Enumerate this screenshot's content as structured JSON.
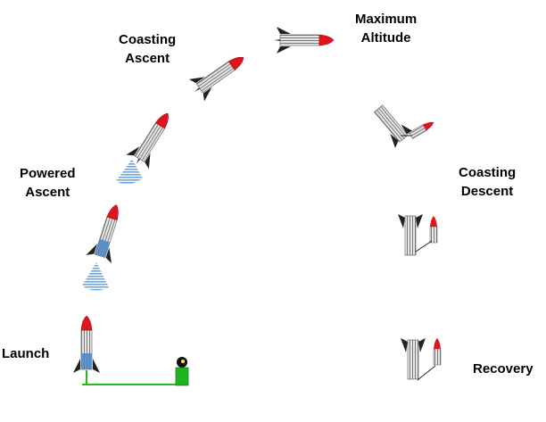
{
  "labels": {
    "launch": "Launch",
    "powered_ascent": [
      "Powered",
      "Ascent"
    ],
    "coasting_ascent": [
      "Coasting",
      "Ascent"
    ],
    "max_altitude": [
      "Maximum",
      "Altitude"
    ],
    "coasting_descent": [
      "Coasting",
      "Descent"
    ],
    "recovery": "Recovery"
  },
  "icons": {
    "rocket": "rocket-icon",
    "exhaust": "exhaust-flame-icon",
    "launch_pad": "launch-pad-icon",
    "ignition_box": "ignition-controller-icon",
    "parachute_split": "separated-rocket-icon"
  },
  "colors": {
    "nose_cone": "#e0141c",
    "body": "#d8d8d8",
    "body_shade": "#8a8a8a",
    "engine": "#4a86c8",
    "exhaust": "#9ec5e6",
    "launch_wire": "#22bb22",
    "controller": "#1fb31f"
  }
}
